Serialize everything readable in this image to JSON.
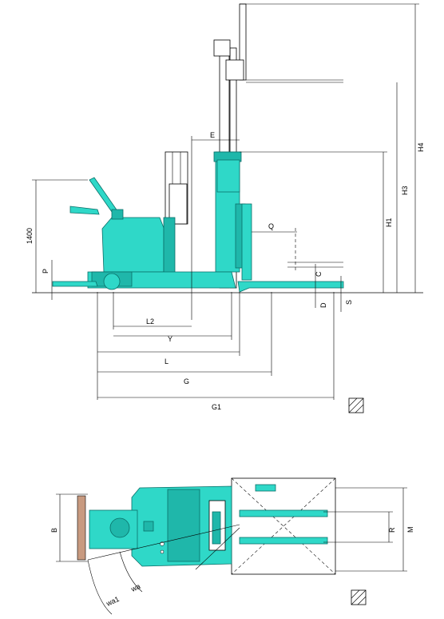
{
  "colors": {
    "machine": "#2fd8c8",
    "machine_dark": "#1fb7aa",
    "outline": "#0a6f68",
    "line": "#000000"
  },
  "side_view": {
    "labels": {
      "height_1400": "1400",
      "p": "P",
      "e": "E",
      "q": "Q",
      "h1": "H1",
      "h3": "H3",
      "h4": "H4",
      "c": "C",
      "d": "D",
      "s": "S",
      "l2": "L2",
      "y": "Y",
      "l": "L",
      "g": "G",
      "g1": "G1"
    }
  },
  "top_view": {
    "labels": {
      "b": "B",
      "r": "R",
      "m": "M",
      "wa": "wa",
      "wa1": "wa1"
    }
  }
}
